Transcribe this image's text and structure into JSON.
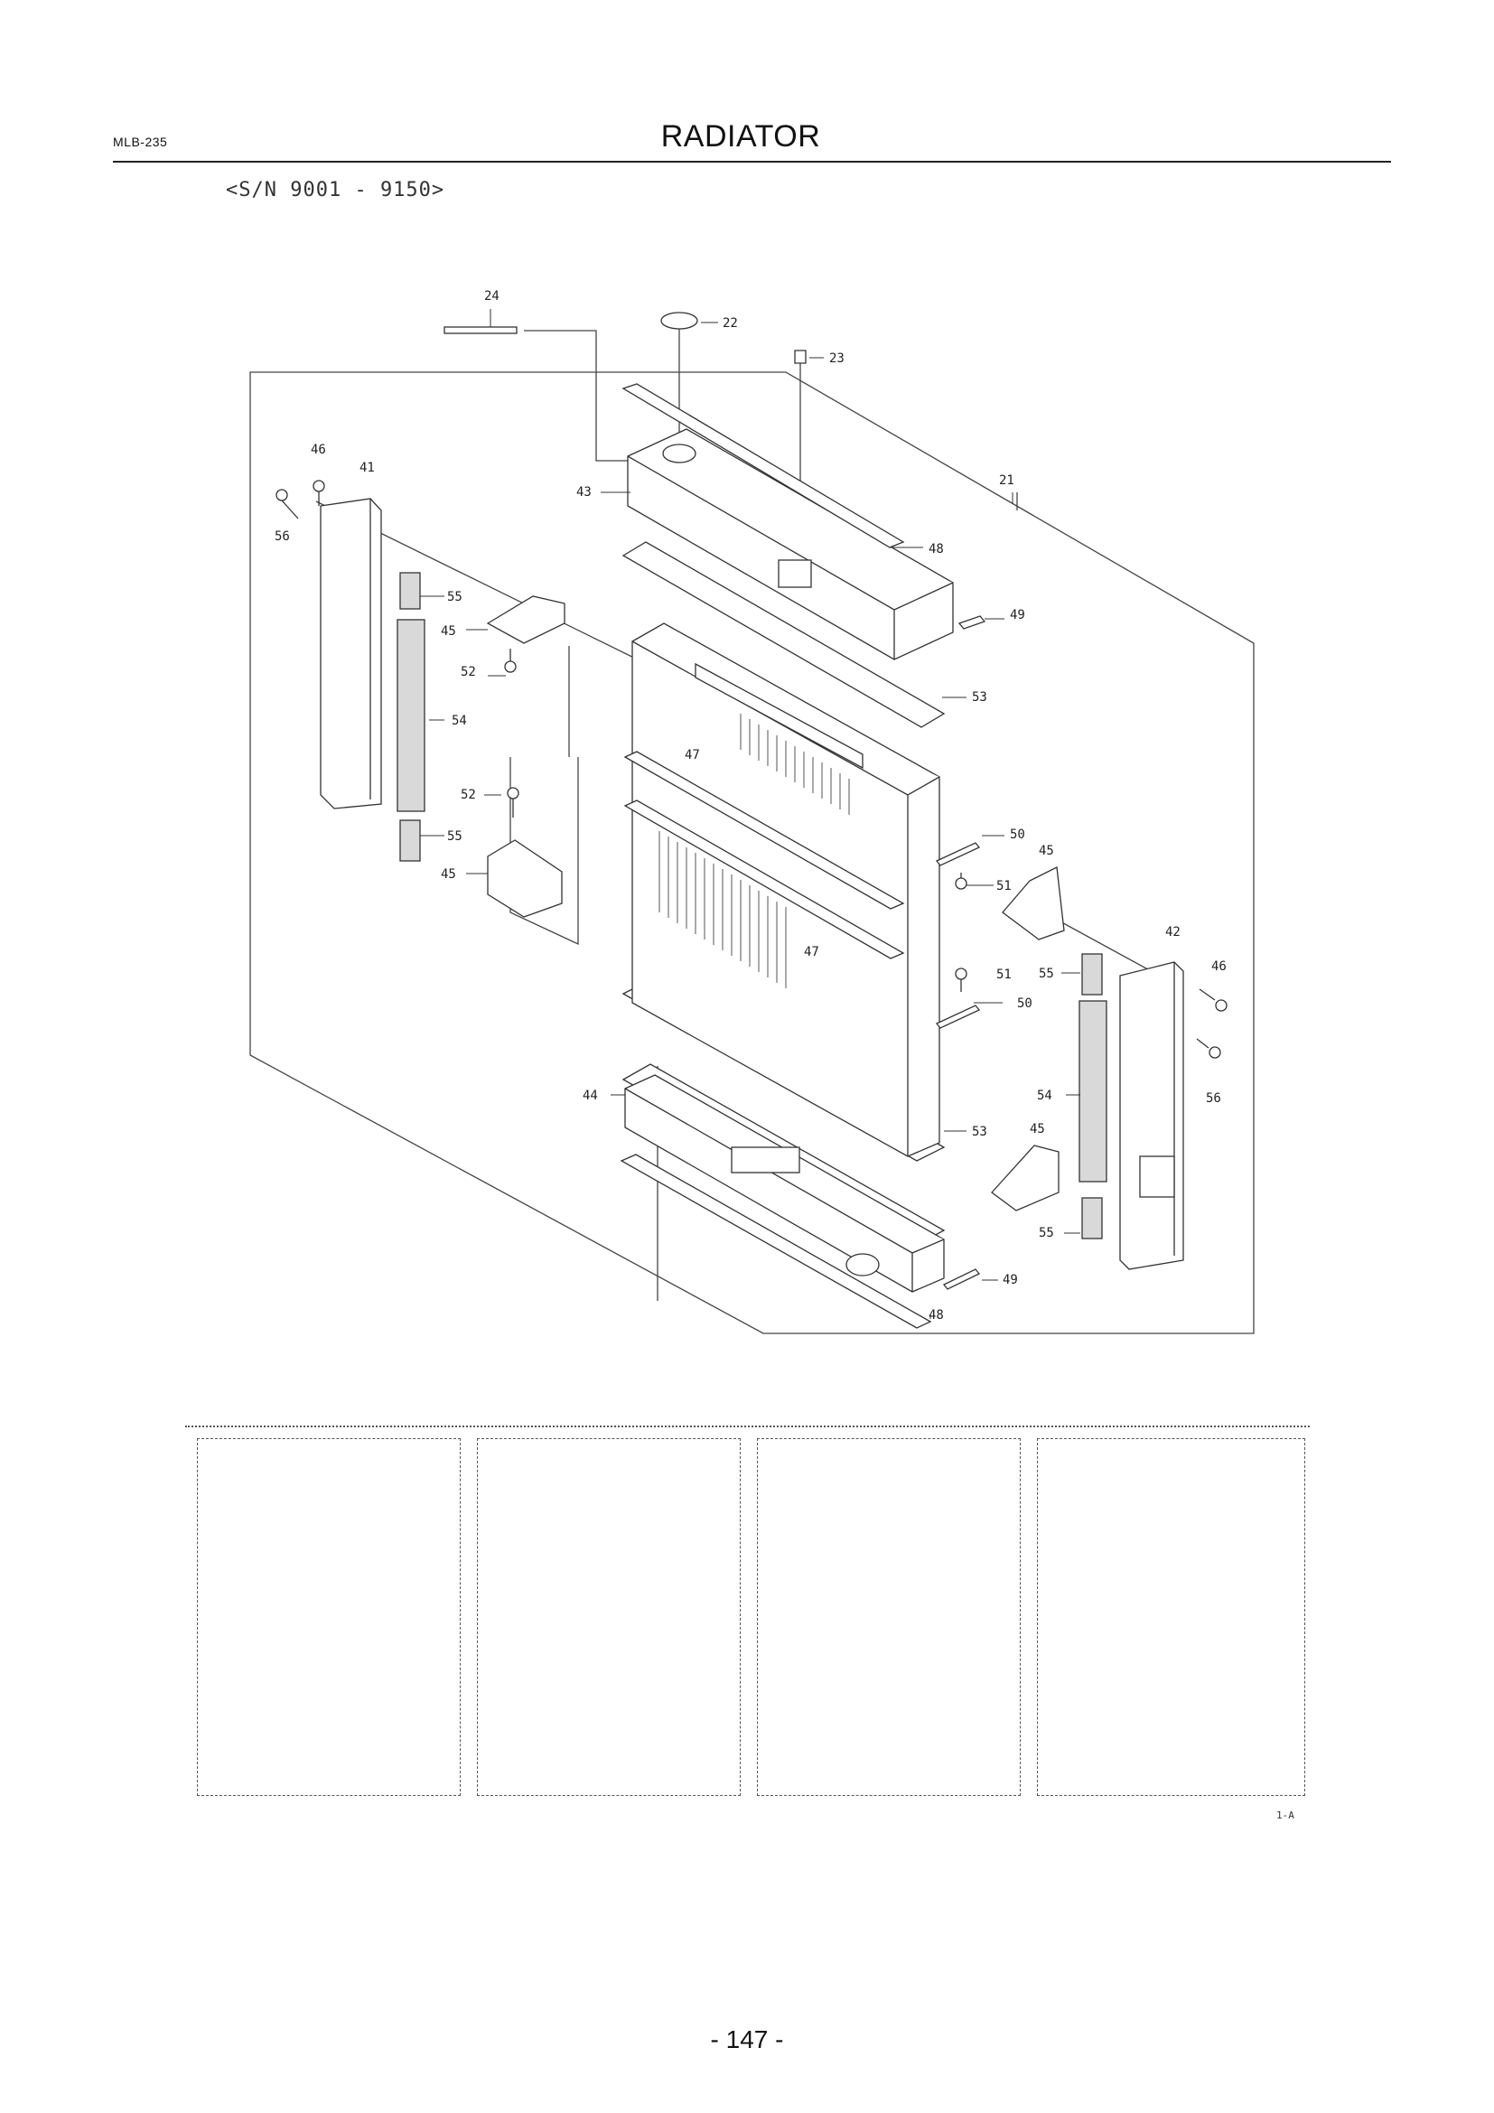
{
  "header": {
    "code": "MLB-235",
    "title": "RADIATOR"
  },
  "serial_range": "<S/N 9001 - 9150>",
  "diagram": {
    "callouts": [
      "21",
      "22",
      "23",
      "24",
      "41",
      "42",
      "43",
      "44",
      "45",
      "45",
      "45",
      "45",
      "46",
      "46",
      "47",
      "47",
      "48",
      "48",
      "49",
      "49",
      "50",
      "50",
      "51",
      "51",
      "52",
      "52",
      "53",
      "53",
      "54",
      "54",
      "55",
      "55",
      "55",
      "55",
      "56",
      "56"
    ]
  },
  "notes_boxes": [
    "",
    "",
    "",
    ""
  ],
  "footnote": "1-A",
  "page_number": "- 147 -"
}
